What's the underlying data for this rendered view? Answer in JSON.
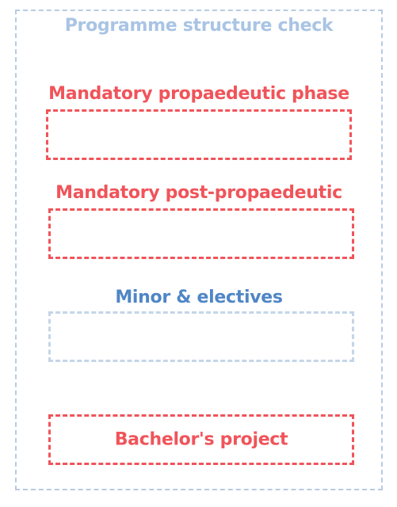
{
  "colors": {
    "title": "#a9c4e4",
    "mandatory": "#f0545a",
    "minor_label": "#4f86c6",
    "outer_border": "#b7cbe2",
    "minor_border": "#c5d5e7"
  },
  "diagram": {
    "title": "Programme structure check",
    "sections": [
      {
        "label": "Mandatory propaedeutic phase"
      },
      {
        "label": "Mandatory post-propaedeutic"
      },
      {
        "label": "Minor & electives"
      },
      {
        "label": "Bachelor's project"
      }
    ]
  }
}
